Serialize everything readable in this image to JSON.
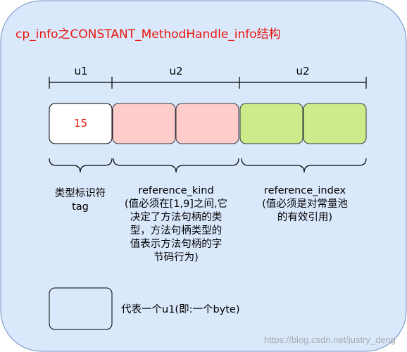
{
  "title": "cp_info之CONSTANT_MethodHandle_info结构",
  "sizes": {
    "u1": "u1",
    "u2_first": "u2",
    "u2_second": "u2"
  },
  "cells": {
    "tag_value": "15"
  },
  "tag": {
    "title": "类型标识符",
    "name": "tag"
  },
  "reference_kind": {
    "name": "reference_kind",
    "line1": "(值必须在[1,9]之间,它",
    "line2": "决定了方法句柄的类",
    "line3": "型，方法句柄类型的",
    "line4": "值表示方法句柄的字",
    "line5": "节码行为)"
  },
  "reference_index": {
    "name": "reference_index",
    "line1": "(值必须是对常量池",
    "line2": "的有效引用)"
  },
  "legend": {
    "text": "代表一个u1(即:一个byte)"
  },
  "watermark": "https://blog.csdn.net/justry_deng",
  "colors": {
    "background_panel": "#dae8fc",
    "panel_border": "#6c8ebf",
    "title": "#e8160c",
    "tag_cell": "#ffffff",
    "kind_cells": "#ffcccc",
    "index_cells": "#cdeb8b"
  }
}
